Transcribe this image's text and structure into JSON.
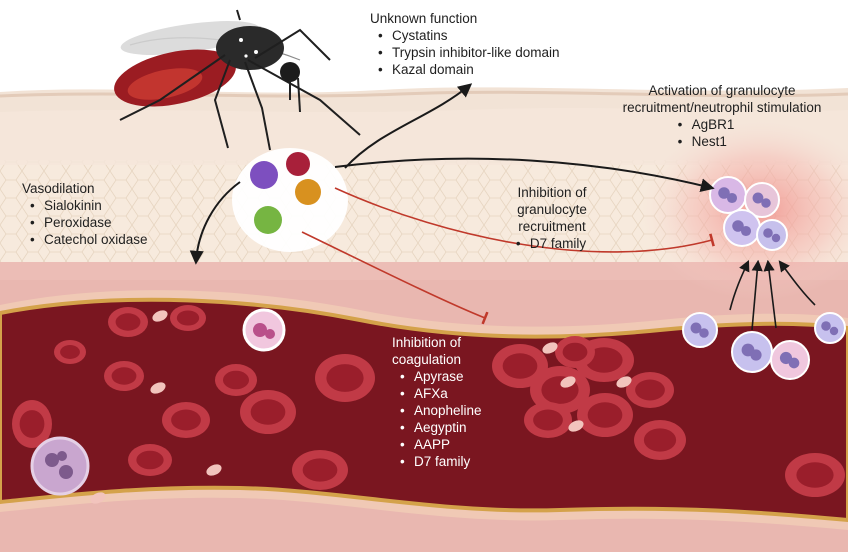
{
  "labels": {
    "unknown": {
      "heading": "Unknown function",
      "items": [
        "Cystatins",
        "Trypsin inhibitor-like domain",
        "Kazal domain"
      ]
    },
    "activation": {
      "heading_line1": "Activation of granulocyte",
      "heading_line2": "recruitment/neutrophil stimulation",
      "items": [
        "AgBR1",
        "Nest1"
      ]
    },
    "vasodilation": {
      "heading": "Vasodilation",
      "items": [
        "Sialokinin",
        "Peroxidase",
        "Catechol oxidase"
      ]
    },
    "inhibition_granulocyte": {
      "heading_line1": "Inhibition of",
      "heading_line2": "granulocyte",
      "heading_line3": "recruitment",
      "items": [
        "D7 family"
      ]
    },
    "inhibition_coagulation": {
      "heading_line1": "Inhibition of",
      "heading_line2": "coagulation",
      "items": [
        "Apyrase",
        "AFXa",
        "Anopheline",
        "Aegyptin",
        "AAPP",
        "D7 family"
      ]
    }
  },
  "colors": {
    "skin_top": "#f1e6dc",
    "tissue": "#f6e9da",
    "dermis": "#e9b8b2",
    "vessel_lumen": "#7a1620",
    "vessel_wall": "#d4a24a",
    "rbc": "#b52a38",
    "inhibition_line": "#c0392b",
    "arrow_black": "#1a1a1a",
    "inflammation_glow": "#f2a39d"
  },
  "icons": {
    "mosquito": "mosquito-icon",
    "saliva_proteins": "saliva-protein-cluster-icon",
    "red_blood_cell": "red-blood-cell-icon",
    "neutrophil": "neutrophil-icon",
    "platelet": "platelet-icon"
  }
}
